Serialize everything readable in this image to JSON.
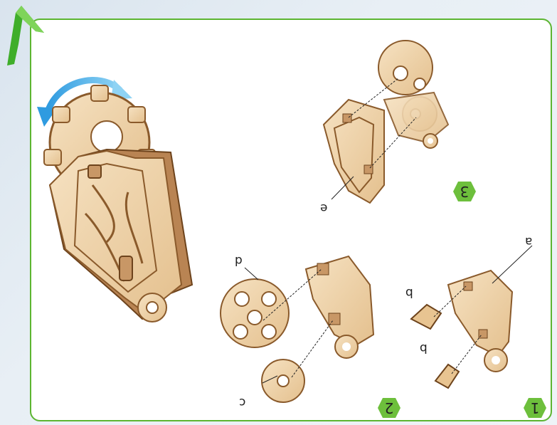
{
  "steps": [
    {
      "number": "1"
    },
    {
      "number": "2"
    },
    {
      "number": "3"
    }
  ],
  "labels": {
    "a": "a",
    "b_top": "b",
    "b_bottom": "b",
    "c": "c",
    "d": "d",
    "e": "e"
  },
  "colors": {
    "frame": "#5cb531",
    "badge": "#6dbf3c",
    "wood_light": "#efd3a8",
    "wood_dark": "#8a5a2b",
    "arrow": "#3aa8e6"
  },
  "icons": [
    "back-arrow-icon",
    "rotate-arrow-icon"
  ]
}
